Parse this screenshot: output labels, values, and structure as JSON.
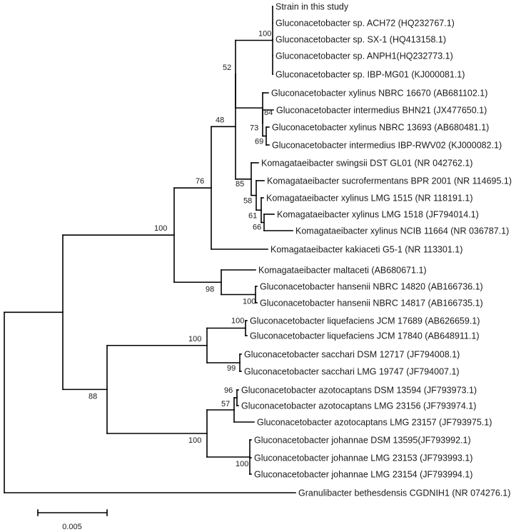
{
  "tree": {
    "name": "root",
    "children": [
      {
        "name": "n_outgroup_split",
        "support": "",
        "children": [
          {
            "name": "n100a",
            "support": "100",
            "children": [
              {
                "name": "n76",
                "support": "76",
                "children": [
                  {
                    "name": "n48",
                    "support": "48",
                    "children": [
                      {
                        "name": "n52",
                        "support": "52",
                        "children": [
                          {
                            "name": "n100b",
                            "support": "100",
                            "children": [
                              {
                                "name": "Strain in this study",
                                "leaf": true
                              },
                              {
                                "name": "Gluconacetobacter sp. ACH72 (HQ232767.1)",
                                "leaf": true
                              },
                              {
                                "name": "Gluconacetobacter sp. SX-1 (HQ413158.1)",
                                "leaf": true
                              },
                              {
                                "name": "Gluconacetobacter sp. ANPH1(HQ232773.1)",
                                "leaf": true
                              },
                              {
                                "name": "Gluconacetobacter sp. IBP-MG01 (KJ000081.1)",
                                "leaf": true
                              }
                            ]
                          },
                          {
                            "name": "n84",
                            "support": "84",
                            "children": [
                              {
                                "name": "Gluconacetobacter xylinus NBRC 16670 (AB681102.1)",
                                "leaf": true
                              },
                              {
                                "name": "n73",
                                "support": "73",
                                "children": [
                                  {
                                    "name": "Gluconacetobacter intermedius BHN21 (JX477650.1)",
                                    "leaf": true
                                  },
                                  {
                                    "name": "n69",
                                    "support": "69",
                                    "children": [
                                      {
                                        "name": "Gluconacetobacter xylinus NBRC 13693 (AB680481.1)",
                                        "leaf": true
                                      },
                                      {
                                        "name": "Gluconacetobacter intermedius IBP-RWV02 (KJ000082.1)",
                                        "leaf": true
                                      }
                                    ]
                                  }
                                ]
                              }
                            ]
                          }
                        ]
                      },
                      {
                        "name": "n85",
                        "support": "85",
                        "children": [
                          {
                            "name": "Komagataeibacter swingsii DST GL01 (NR 042762.1)",
                            "leaf": true
                          },
                          {
                            "name": "n58",
                            "support": "58",
                            "children": [
                              {
                                "name": "Komagataeibacter sucrofermentans BPR 2001 (NR 114695.1)",
                                "leaf": true
                              },
                              {
                                "name": "n61",
                                "support": "61",
                                "children": [
                                  {
                                    "name": "Komagataeibacter xylinus LMG 1515 (NR 118191.1)",
                                    "leaf": true
                                  },
                                  {
                                    "name": "n66",
                                    "support": "66",
                                    "children": [
                                      {
                                        "name": "Komagataeibacter xylinus LMG 1518 (JF794014.1)",
                                        "leaf": true
                                      },
                                      {
                                        "name": "Komagataeibacter xylinus NCIB 11664 (NR 036787.1)",
                                        "leaf": true
                                      }
                                    ]
                                  }
                                ]
                              }
                            ]
                          }
                        ]
                      }
                    ]
                  },
                  {
                    "name": "Komagataeibacter kakiaceti G5-1 (NR 113301.1)",
                    "leaf": true
                  }
                ]
              },
              {
                "name": "n98",
                "support": "98",
                "children": [
                  {
                    "name": "Komagataeibacter maltaceti (AB680671.1)",
                    "leaf": true
                  },
                  {
                    "name": "n100c",
                    "support": "100",
                    "children": [
                      {
                        "name": "Gluconacetobacter hansenii NBRC 14820 (AB166736.1)",
                        "leaf": true
                      },
                      {
                        "name": "Gluconacetobacter hansenii NBRC 14817 (AB166735.1)",
                        "leaf": true
                      }
                    ]
                  }
                ]
              }
            ]
          },
          {
            "name": "n88",
            "support": "88",
            "children": [
              {
                "name": "n100d",
                "support": "100",
                "children": [
                  {
                    "name": "n100e",
                    "support": "100",
                    "children": [
                      {
                        "name": "Gluconacetobacter liquefaciens JCM 17689 (AB626659.1)",
                        "leaf": true
                      },
                      {
                        "name": "Gluconacetobacter liquefaciens JCM 17840 (AB648911.1)",
                        "leaf": true
                      }
                    ]
                  },
                  {
                    "name": "n99",
                    "support": "99",
                    "children": [
                      {
                        "name": "Gluconacetobacter sacchari DSM 12717 (JF794008.1)",
                        "leaf": true
                      },
                      {
                        "name": "Gluconacetobacter sacchari LMG 19747 (JF794007.1)",
                        "leaf": true
                      }
                    ]
                  }
                ]
              },
              {
                "name": "n100f",
                "support": "100",
                "children": [
                  {
                    "name": "n57",
                    "support": "57",
                    "children": [
                      {
                        "name": "n96",
                        "support": "96",
                        "children": [
                          {
                            "name": "Gluconacetobacter azotocaptans DSM 13594 (JF793973.1)",
                            "leaf": true
                          },
                          {
                            "name": "Gluconacetobacter azotocaptans LMG 23156 (JF793974.1)",
                            "leaf": true
                          }
                        ]
                      },
                      {
                        "name": "Gluconacetobacter azotocaptans LMG 23157 (JF793975.1)",
                        "leaf": true
                      }
                    ]
                  },
                  {
                    "name": "n100g",
                    "support": "100",
                    "children": [
                      {
                        "name": "Gluconacetobacter johannae DSM 13595(JF793992.1)",
                        "leaf": true
                      },
                      {
                        "name": "Gluconacetobacter johannae LMG 23153 (JF793993.1)",
                        "leaf": true
                      },
                      {
                        "name": "Gluconacetobacter johannae LMG 23154 (JF793994.1)",
                        "leaf": true
                      }
                    ]
                  }
                ]
              }
            ]
          }
        ]
      },
      {
        "name": "Granulibacter bethesdensis CGDNIH1 (NR 074276.1)",
        "leaf": true
      }
    ]
  },
  "scale_bar": {
    "label": "0.005"
  }
}
